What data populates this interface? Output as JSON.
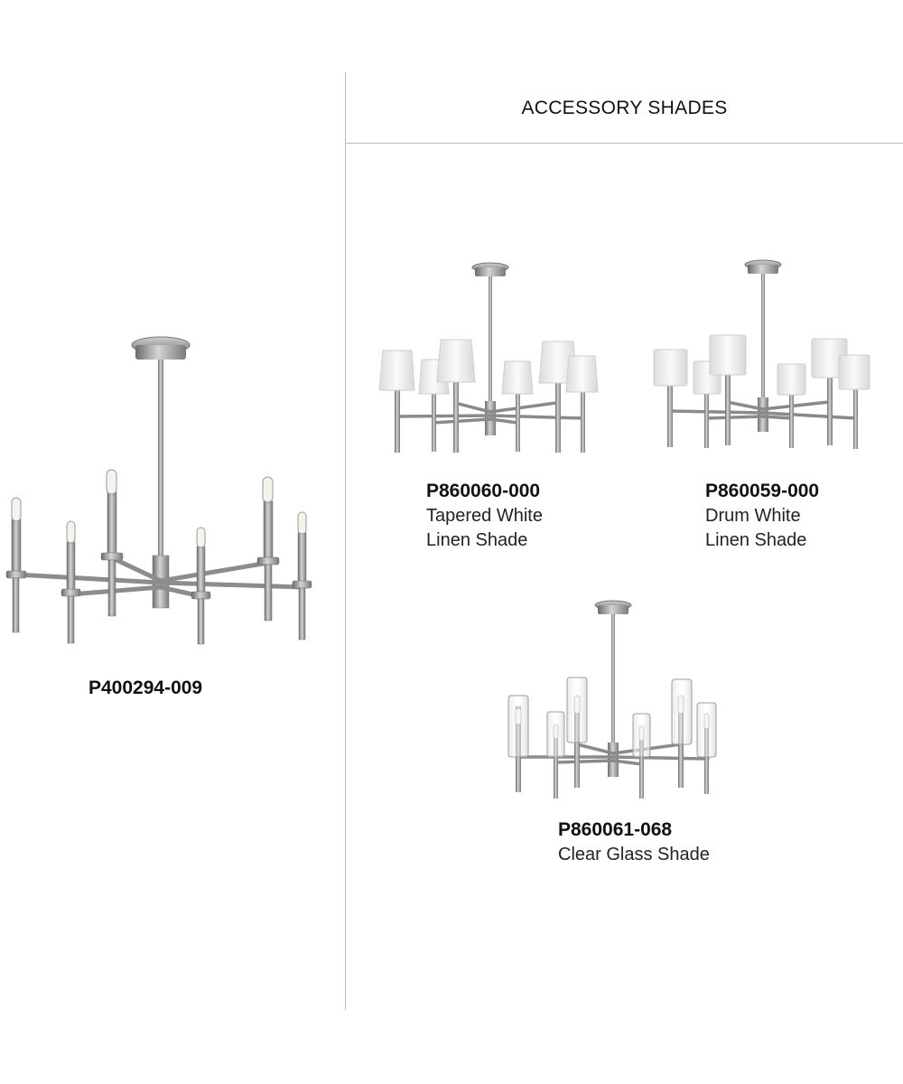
{
  "accessory_header": {
    "title": "ACCESSORY SHADES"
  },
  "main_product": {
    "sku": "P400294-009",
    "image_icon": "chandelier-bare-bulbs"
  },
  "shades": [
    {
      "sku": "P860060-000",
      "desc_line1": "Tapered White",
      "desc_line2": "Linen Shade",
      "image_icon": "chandelier-tapered-shades"
    },
    {
      "sku": "P860059-000",
      "desc_line1": "Drum White",
      "desc_line2": "Linen Shade",
      "image_icon": "chandelier-drum-shades"
    },
    {
      "sku": "P860061-068",
      "desc_line1": "Clear Glass Shade",
      "image_icon": "chandelier-glass-shades"
    }
  ],
  "colors": {
    "metal": "#a7a7a7",
    "metal_dark": "#6f6f6f",
    "linen": "#f1f1f1",
    "divider": "#bdbdbd"
  }
}
